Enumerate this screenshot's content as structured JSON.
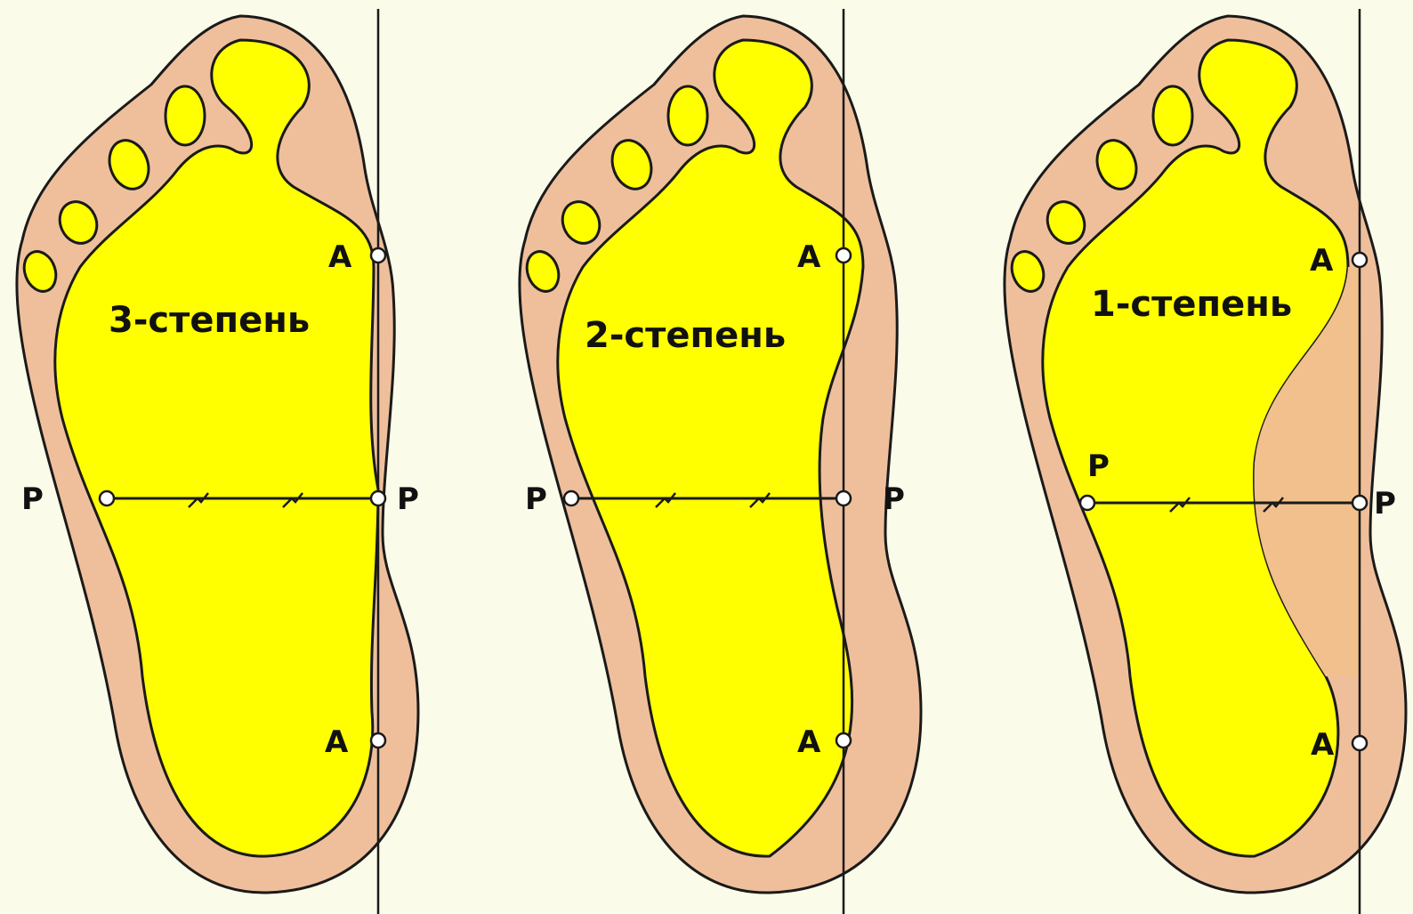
{
  "figure": {
    "colors": {
      "background": "#fbfbe9",
      "outline_fill": "#efbf9c",
      "contact_fill": "#ffff00",
      "stroke": "#1a1a1a",
      "arch_fill": "#f2c08c"
    },
    "panels": [
      {
        "title": "3-степень",
        "labels": {
          "a_top": "A",
          "a_bottom": "A",
          "p_left": "P",
          "p_right": "P"
        }
      },
      {
        "title": "2-степень",
        "labels": {
          "a_top": "A",
          "a_bottom": "A",
          "p_left": "P",
          "p_right": "P"
        }
      },
      {
        "title": "1-степень",
        "labels": {
          "a_top": "A",
          "a_bottom": "A",
          "p_left": "P",
          "p_right": "P"
        }
      }
    ]
  }
}
